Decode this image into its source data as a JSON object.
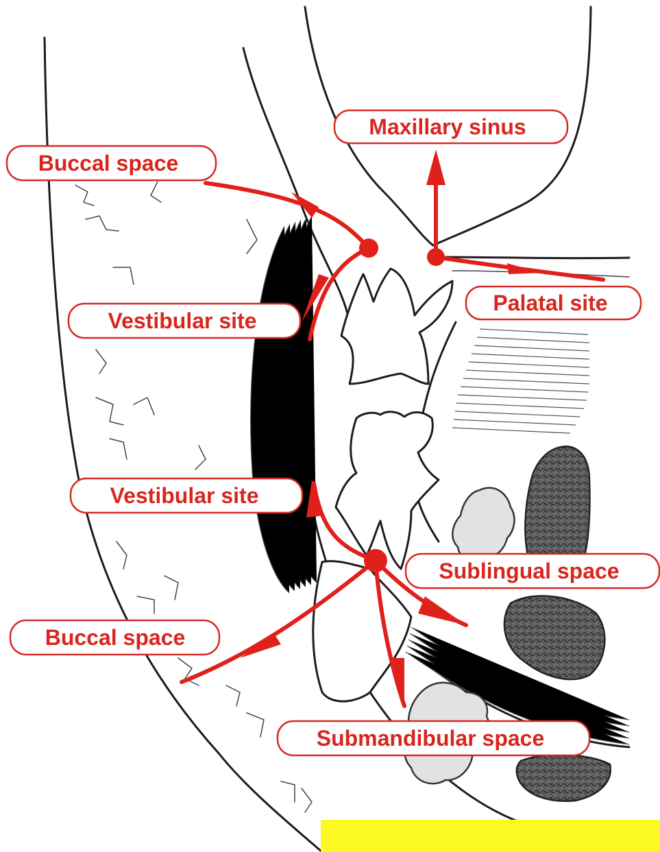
{
  "labels": {
    "maxillary_sinus": "Maxillary sinus",
    "buccal_space_upper": "Buccal space",
    "palatal_site": "Palatal site",
    "vestibular_site_upper": "Vestibular site",
    "vestibular_site_lower": "Vestibular site",
    "sublingual_space": "Sublingual space",
    "buccal_space_lower": "Buccal space",
    "submandibular_space": "Submandibular space"
  },
  "colors": {
    "label_text": "#d8261f",
    "arrow": "#e0201b",
    "label_border": "#d42a25",
    "banner": "#fcf925"
  }
}
